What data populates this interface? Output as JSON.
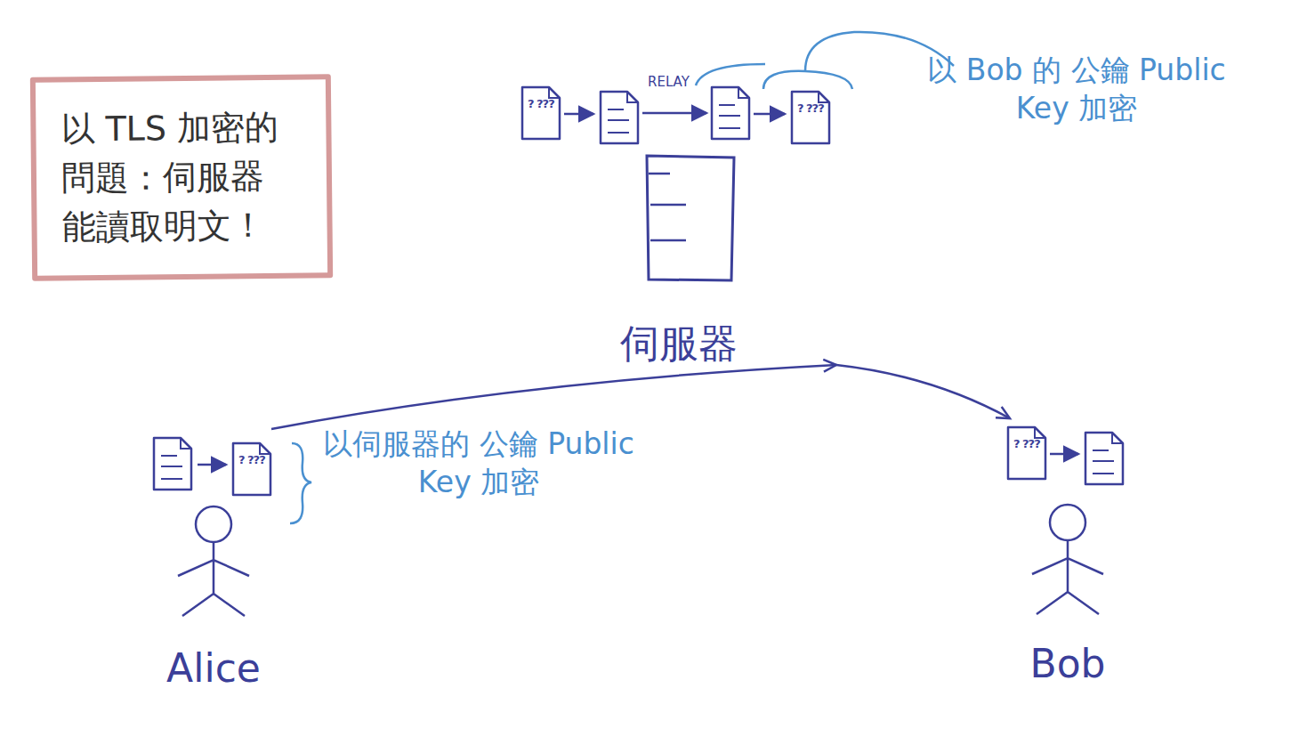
{
  "diagram": {
    "nodes": [
      {
        "text": [
          "以 TLS 加密的 問題：伺服器 能讀取明文！"
        ]
      },
      {
        "text": [
          "伺服器"
        ]
      },
      {
        "text": [
          "Alice"
        ]
      },
      {
        "text": [
          "Bob"
        ]
      }
    ],
    "edges": [
      {
        "from": 2,
        "to": 1,
        "arrow": "to"
      },
      {
        "from": 1,
        "to": 3,
        "arrow": "to"
      }
    ],
    "labels": [
      "RELAY",
      "以 Bob 的 公鑰 Public Key 加密",
      "以伺服器的 公鑰 Public Key 加密",
      "? ???",
      "? ???",
      "? ???",
      "? ???"
    ]
  }
}
